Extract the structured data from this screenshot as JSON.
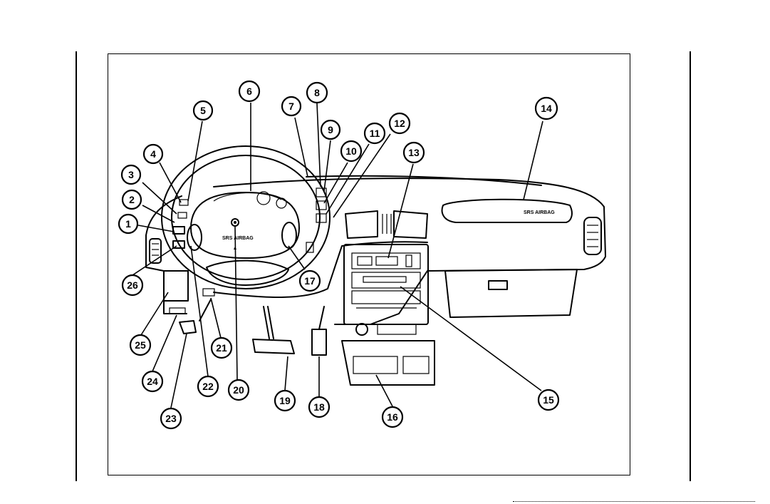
{
  "diagram": {
    "callouts": [
      "1",
      "2",
      "3",
      "4",
      "5",
      "6",
      "7",
      "8",
      "9",
      "10",
      "11",
      "12",
      "13",
      "14",
      "15",
      "16",
      "17",
      "18",
      "19",
      "20",
      "21",
      "22",
      "23",
      "24",
      "25",
      "26"
    ],
    "labels": {
      "airbag_driver": "SRS AIRBAG",
      "airbag_passenger": "SRS AIRBAG"
    }
  }
}
